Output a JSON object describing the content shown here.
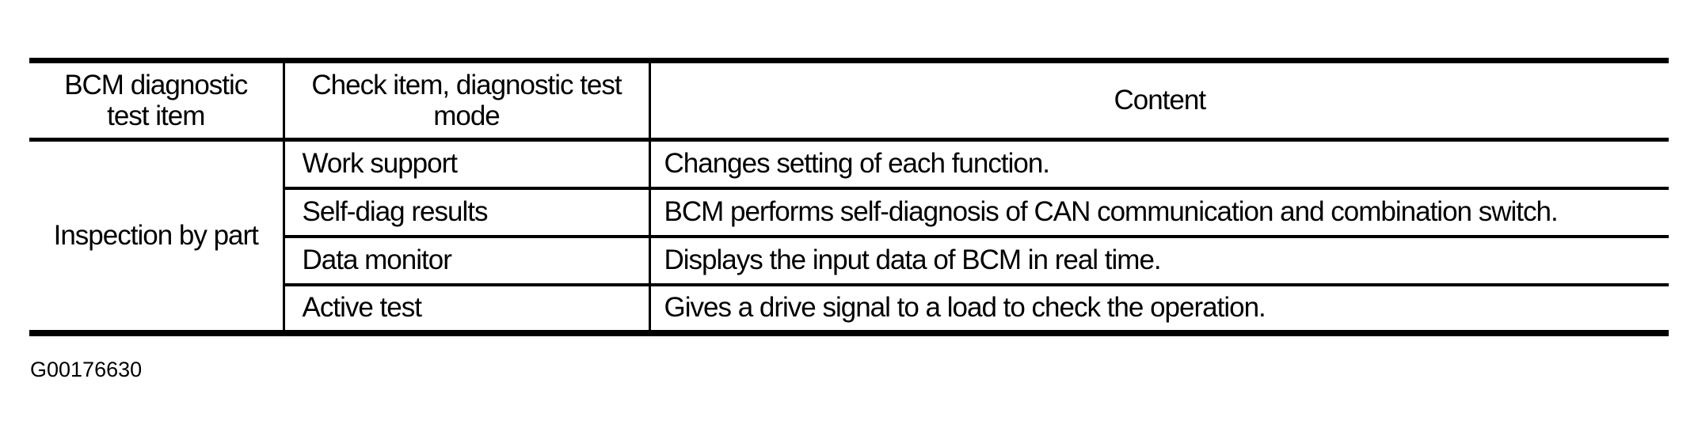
{
  "page": {
    "background": "#ffffff",
    "text_color": "#000000",
    "figure_id": "G00176630"
  },
  "table": {
    "border_color": "#000000",
    "headers": {
      "col1": {
        "lines": [
          "BCM diagnostic",
          "test item"
        ]
      },
      "col2": {
        "lines": [
          "Check item, diagnostic test",
          "mode"
        ]
      },
      "col3": {
        "lines": [
          "Content"
        ]
      }
    },
    "row_group_label": "Inspection by part",
    "rows": [
      {
        "mode": "Work support",
        "content": "Changes setting of each function."
      },
      {
        "mode": "Self-diag results",
        "content": "BCM performs self-diagnosis of CAN communication and combination switch."
      },
      {
        "mode": "Data monitor",
        "content": "Displays the input data of BCM in real time."
      },
      {
        "mode": "Active test",
        "content": "Gives a drive signal to a load to check the operation."
      }
    ]
  }
}
